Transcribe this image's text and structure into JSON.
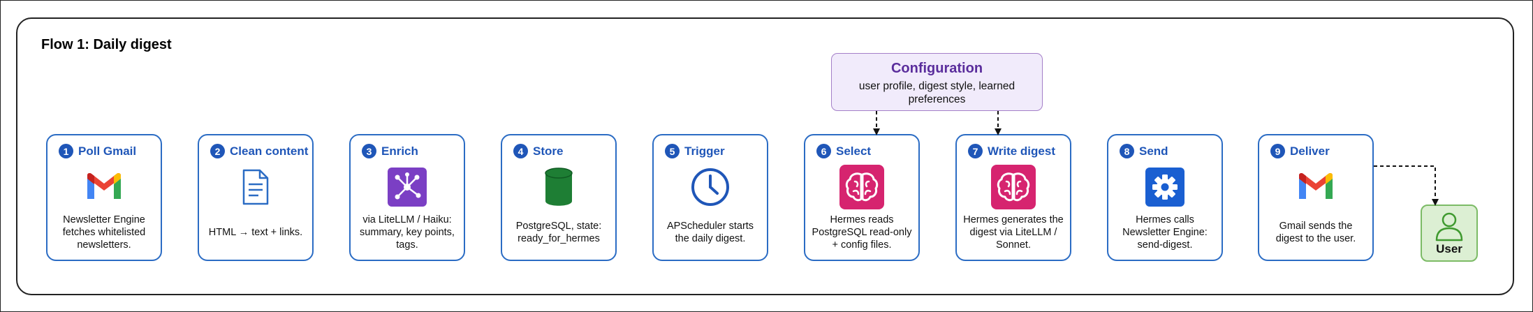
{
  "flow_title": "Flow 1: Daily digest",
  "configuration": {
    "title": "Configuration",
    "description": "user profile, digest style, learned preferences"
  },
  "steps": [
    {
      "number": "1",
      "title": "Poll Gmail",
      "icon": "gmail-icon",
      "description": "Newsletter Engine fetches whitelisted newsletters."
    },
    {
      "number": "2",
      "title": "Clean content",
      "icon": "document-icon",
      "description": "HTML → text + links."
    },
    {
      "number": "3",
      "title": "Enrich",
      "icon": "model-network-icon",
      "description": "via LiteLLM / Haiku: summary, key points, tags."
    },
    {
      "number": "4",
      "title": "Store",
      "icon": "database-icon",
      "description": "PostgreSQL, state: ready_for_hermes"
    },
    {
      "number": "5",
      "title": "Trigger",
      "icon": "clock-icon",
      "description": "APScheduler starts the daily digest."
    },
    {
      "number": "6",
      "title": "Select",
      "icon": "brain-icon",
      "description": "Hermes reads PostgreSQL read-only + config files."
    },
    {
      "number": "7",
      "title": "Write digest",
      "icon": "brain-icon",
      "description": "Hermes generates the digest via LiteLLM / Sonnet."
    },
    {
      "number": "8",
      "title": "Send",
      "icon": "gear-icon",
      "description": "Hermes calls Newsletter Engine: send-digest."
    },
    {
      "number": "9",
      "title": "Deliver",
      "icon": "gmail-icon",
      "description": "Gmail sends the digest to the user."
    }
  ],
  "user": {
    "label": "User",
    "icon": "user-icon"
  },
  "colors": {
    "step_border": "#2b6cc4",
    "step_title": "#1f56b8",
    "config_fill": "#f1ebfb",
    "config_border": "#a47fc8",
    "config_title": "#5a2d9c",
    "user_fill": "#dcefd3",
    "user_border": "#7cbb66",
    "enrich_icon": "#7b3fc4",
    "database_icon": "#1e7e34",
    "brain_icon": "#d6246f",
    "gear_icon": "#1a5fd1"
  }
}
